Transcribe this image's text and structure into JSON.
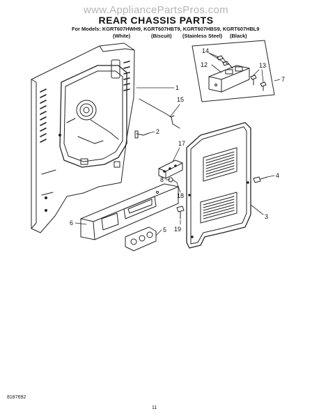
{
  "watermark": "www.AppliancePartsPros.com",
  "title": "REAR CHASSIS PARTS",
  "models_line": "For Models: KGRT607HWH9, KGRT607HBT9, KGRT607HBS9, KGRT607HBL9",
  "variants": [
    "(White)",
    "(Biscuit)",
    "(Stainless Steel)",
    "(Black)"
  ],
  "callouts": [
    "1",
    "2",
    "3",
    "4",
    "5",
    "6",
    "7",
    "8",
    "12",
    "13",
    "13",
    "14",
    "15",
    "17",
    "18",
    "19"
  ],
  "doc_number": "8187692",
  "page_number": "11"
}
